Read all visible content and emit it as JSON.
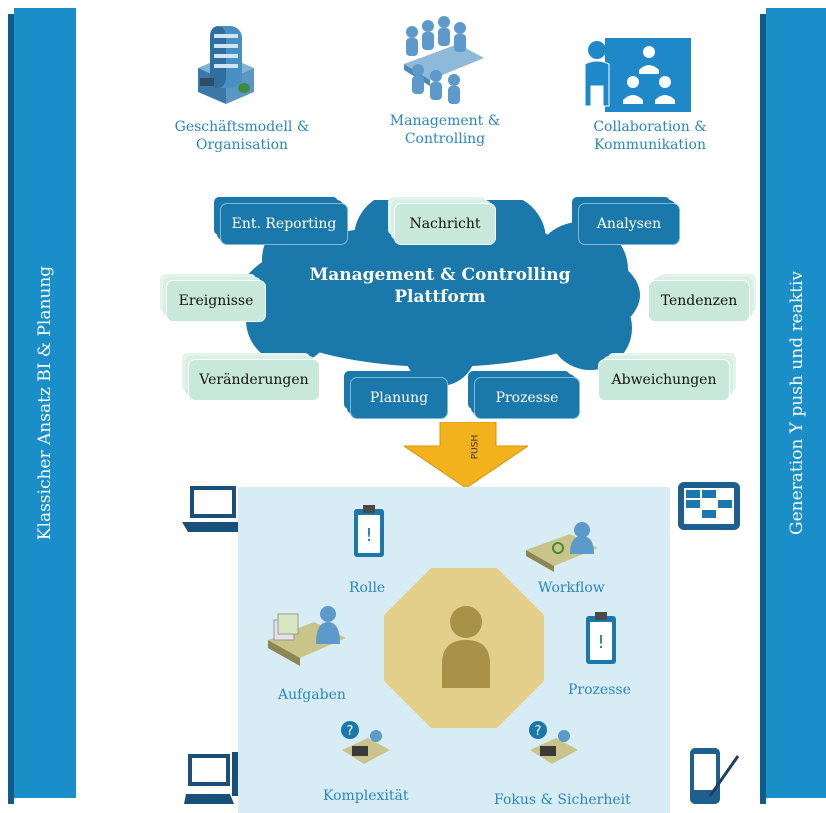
{
  "left_pillar": "Klassicher Ansatz BI & Planung",
  "right_pillar": "Generation Y push und reaktiv",
  "top_items": [
    {
      "label": "Geschäftsmodell &\nOrganisation",
      "icon": "building-icon"
    },
    {
      "label": "Management &\nControlling",
      "icon": "meeting-icon"
    },
    {
      "label": "Collaboration &\nKommunikation",
      "icon": "presentation-icon"
    }
  ],
  "platform_title": "Management & Controlling\nPlattform",
  "bubbles": {
    "reporting": "Ent. Reporting",
    "nachricht": "Nachricht",
    "analysen": "Analysen",
    "ereignisse": "Ereignisse",
    "tendenzen": "Tendenzen",
    "veraenderungen": "Veränderungen",
    "abweichungen": "Abweichungen",
    "planung": "Planung",
    "prozesse": "Prozesse"
  },
  "push_label": "PUSH",
  "panel_items": {
    "rolle": "Rolle",
    "workflow": "Workflow",
    "aufgaben": "Aufgaben",
    "prozesse": "Prozesse",
    "komplexitaet": "Komplexität",
    "fokus": "Fokus & Sicherheit"
  },
  "colors": {
    "pillar": "#1a8ec8",
    "cloud": "#1a79aa",
    "bubble_light": "#c8e8dc",
    "arrow": "#f2b21b",
    "panel": "#d8ecf5",
    "octagon": "#e3cf8a",
    "label": "#2a86bf"
  }
}
